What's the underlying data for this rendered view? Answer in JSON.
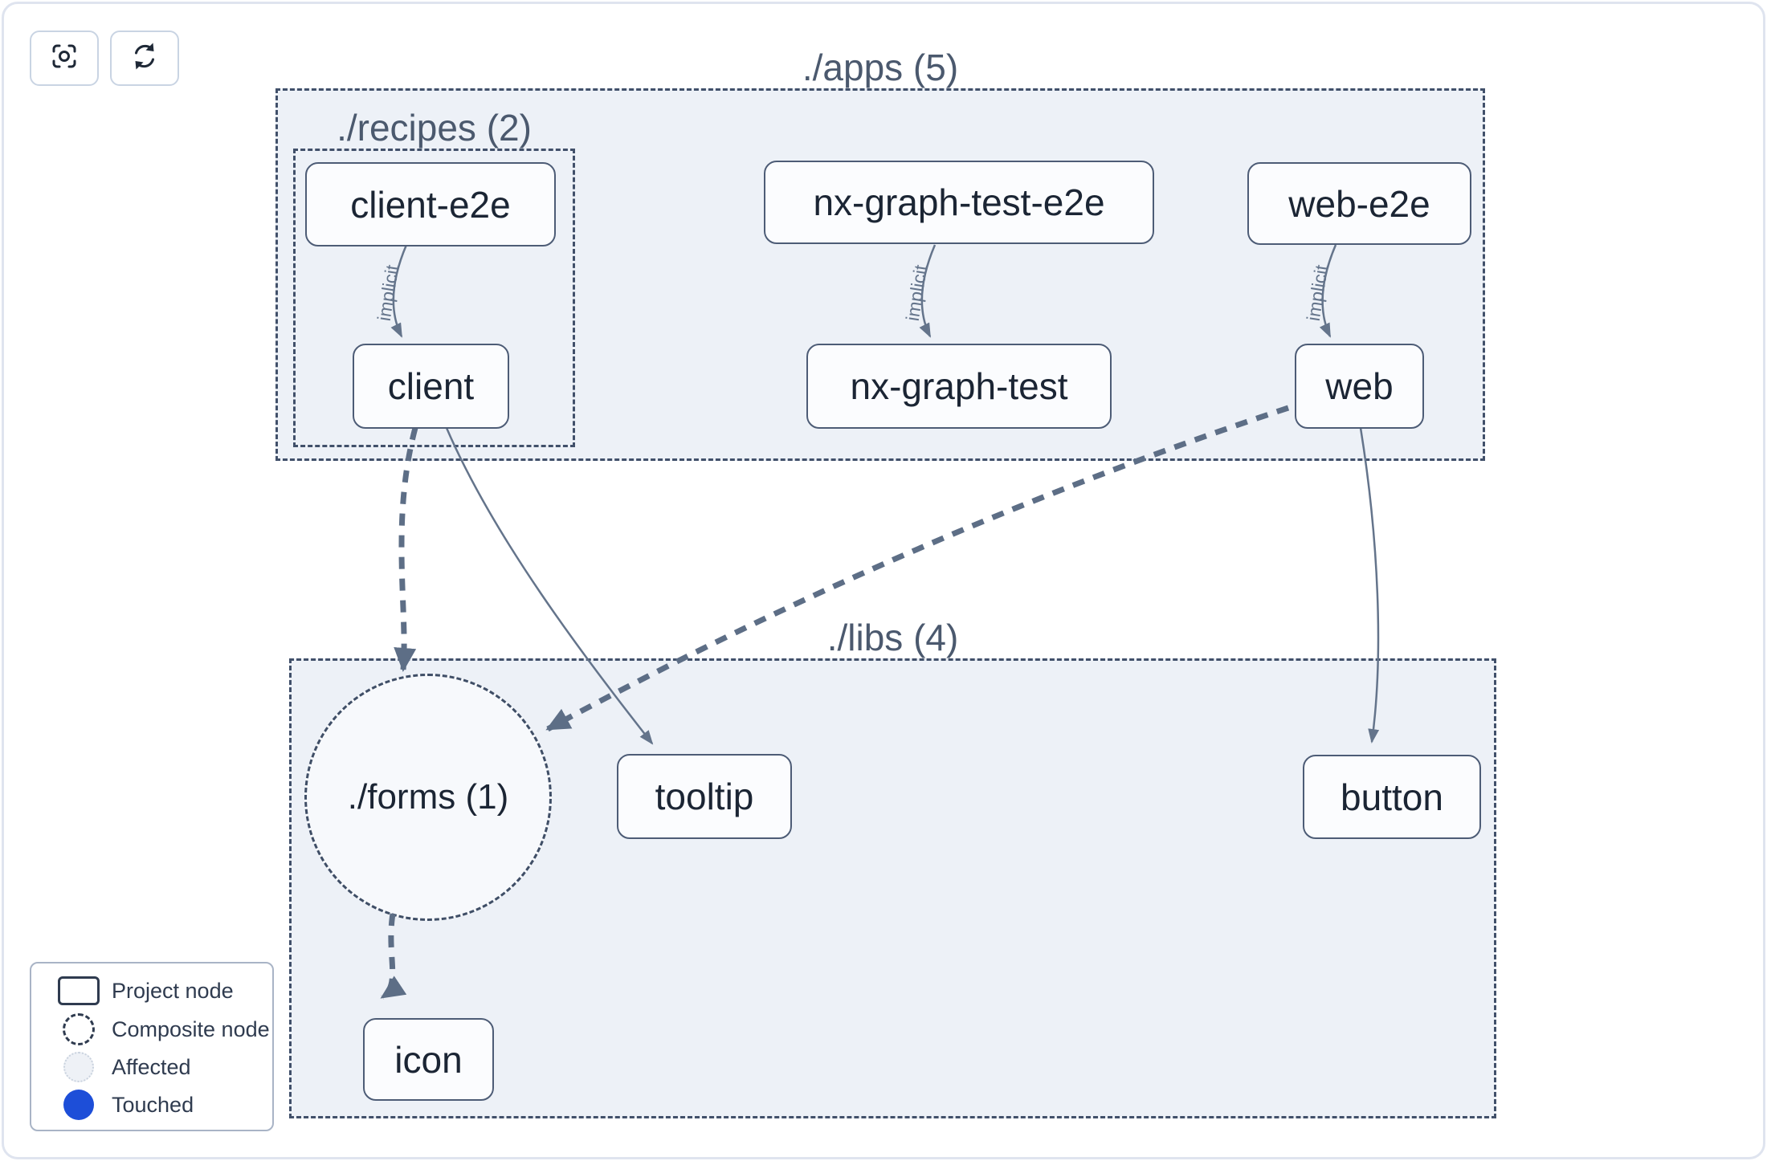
{
  "toolbar": {
    "buttons": [
      {
        "name": "focus",
        "icon": "focus-icon"
      },
      {
        "name": "refresh",
        "icon": "refresh-icon"
      }
    ]
  },
  "groups": {
    "apps": {
      "label": "./apps (5)"
    },
    "recipes": {
      "label": "./recipes (2)"
    },
    "libs": {
      "label": "./libs (4)"
    },
    "forms": {
      "label": "./forms (1)"
    }
  },
  "nodes": {
    "client_e2e": {
      "label": "client-e2e"
    },
    "nx_graph_test_e2e": {
      "label": "nx-graph-test-e2e"
    },
    "web_e2e": {
      "label": "web-e2e"
    },
    "client": {
      "label": "client"
    },
    "nx_graph_test": {
      "label": "nx-graph-test"
    },
    "web": {
      "label": "web"
    },
    "tooltip": {
      "label": "tooltip"
    },
    "button": {
      "label": "button"
    },
    "icon": {
      "label": "icon"
    }
  },
  "edges": [
    {
      "from": "client-e2e",
      "to": "client",
      "type": "implicit",
      "label": "implicit"
    },
    {
      "from": "nx-graph-test-e2e",
      "to": "nx-graph-test",
      "type": "implicit",
      "label": "implicit"
    },
    {
      "from": "web-e2e",
      "to": "web",
      "type": "implicit",
      "label": "implicit"
    },
    {
      "from": "client",
      "to": "./forms (1)",
      "type": "composite",
      "label": ""
    },
    {
      "from": "client",
      "to": "tooltip",
      "type": "direct",
      "label": ""
    },
    {
      "from": "web",
      "to": "./forms (1)",
      "type": "composite",
      "label": ""
    },
    {
      "from": "web",
      "to": "button",
      "type": "direct",
      "label": ""
    },
    {
      "from": "./forms (1)",
      "to": "icon",
      "type": "composite",
      "label": ""
    }
  ],
  "legend": {
    "items": [
      {
        "label": "Project node",
        "swatch": "project-rect"
      },
      {
        "label": "Composite node",
        "swatch": "dashed-circle"
      },
      {
        "label": "Affected",
        "swatch": "affected-circle"
      },
      {
        "label": "Touched",
        "swatch": "touched-circle"
      }
    ]
  },
  "colors": {
    "container_fill": "#edf1f7",
    "dashed_border": "#41506a",
    "node_border": "#4d5c76",
    "edge": "#64748b",
    "edge_thick": "#5d6e86",
    "touched_blue": "#1d4ed8",
    "affected_fill": "#eef1f6",
    "card_border": "#dfe4ef"
  }
}
